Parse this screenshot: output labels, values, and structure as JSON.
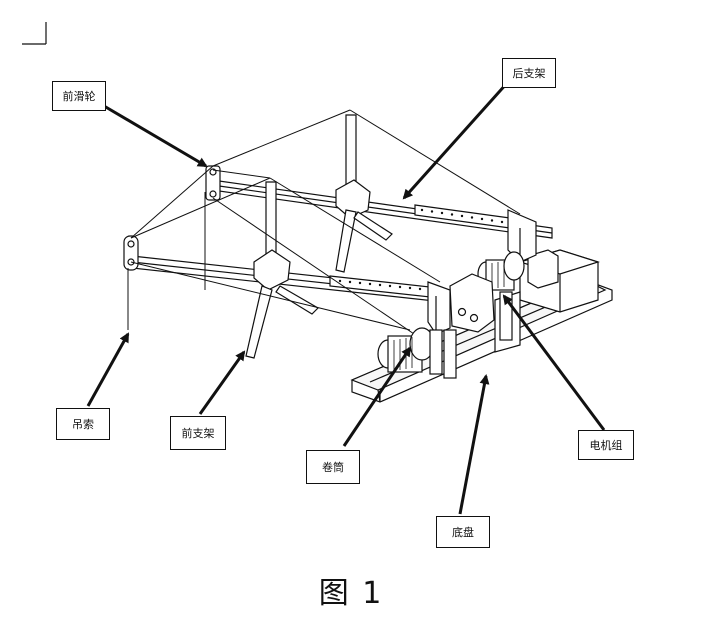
{
  "labels": {
    "front_pulley": "前滑轮",
    "rear_bracket": "后支架",
    "hoist_cable": "吊索",
    "front_bracket": "前支架",
    "drum": "卷筒",
    "motor_unit": "电机组",
    "base": "底盘"
  },
  "caption": "图 1",
  "colors": {
    "ink": "#111111",
    "paper": "#ffffff"
  }
}
